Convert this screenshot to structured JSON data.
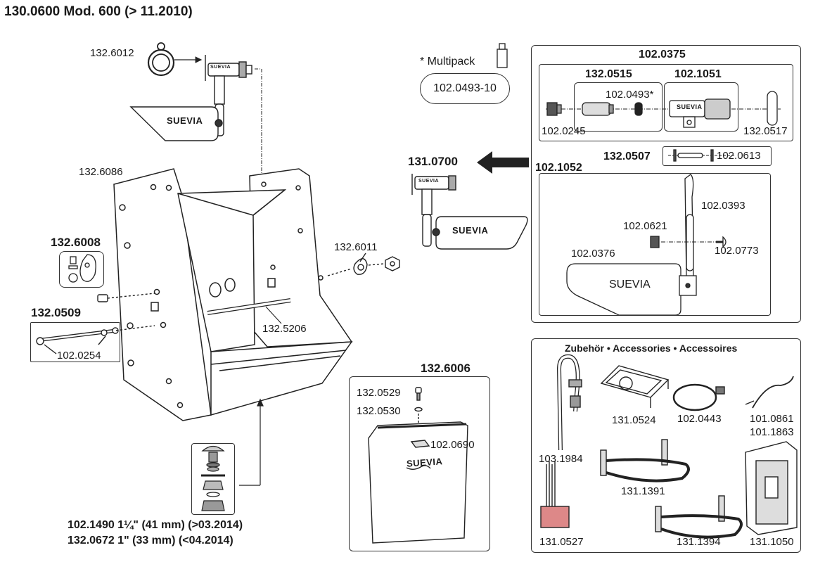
{
  "title": "130.0600 Mod. 600 (> 11.2010)",
  "multipack": {
    "label": "* Multipack",
    "code": "102.0493-10"
  },
  "brand": "SUEVIA",
  "main_parts": {
    "p132_6012": "132.6012",
    "p132_6086": "132.6086",
    "p132_6008": "132.6008",
    "p132_0509": "132.0509",
    "p102_0254": "102.0254",
    "p132_6011": "132.6011",
    "p132_5206": "132.5206",
    "p131_0700": "131.0700",
    "p132_6006": "132.6006",
    "p132_0529": "132.0529",
    "p132_0530": "132.0530",
    "p102_0690": "102.0690"
  },
  "outlet_note": {
    "line1": "102.1490 1¼\" (41 mm) (>03.2014)",
    "line2": "132.0672 1\" (33 mm) (<04.2014)"
  },
  "valve_kit": {
    "title": "102.0375",
    "sub1": "132.0515",
    "sub2": "102.1051",
    "p102_0493": "102.0493*",
    "p102_0245": "102.0245",
    "p132_0517": "132.0517",
    "p132_0507": "132.0507",
    "p102_0613": "102.0613",
    "p102_1052": "102.1052",
    "p102_0393": "102.0393",
    "p102_0621": "102.0621",
    "p102_0773": "102.0773",
    "p102_0376": "102.0376"
  },
  "accessories": {
    "heading": "Zubehör • Accessories • Accessoires",
    "items": [
      {
        "code": "103.1984"
      },
      {
        "code": "131.0524"
      },
      {
        "code": "102.0443"
      },
      {
        "code": "101.0861"
      },
      {
        "code": "101.1863"
      },
      {
        "code": "131.1391"
      },
      {
        "code": "131.0527"
      },
      {
        "code": "131.1394"
      },
      {
        "code": "131.1050"
      }
    ]
  }
}
